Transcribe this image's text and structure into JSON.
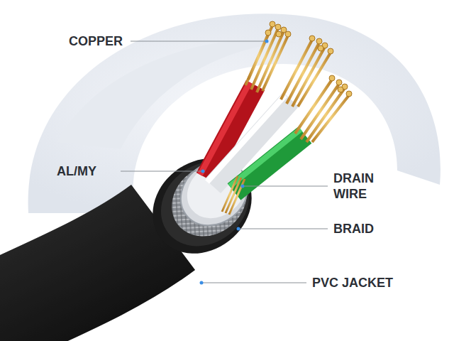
{
  "diagram": {
    "labels": [
      "COPPER",
      "AL/MY",
      "DRAIN WIRE",
      "BRAID",
      "PVC JACKET"
    ]
  }
}
